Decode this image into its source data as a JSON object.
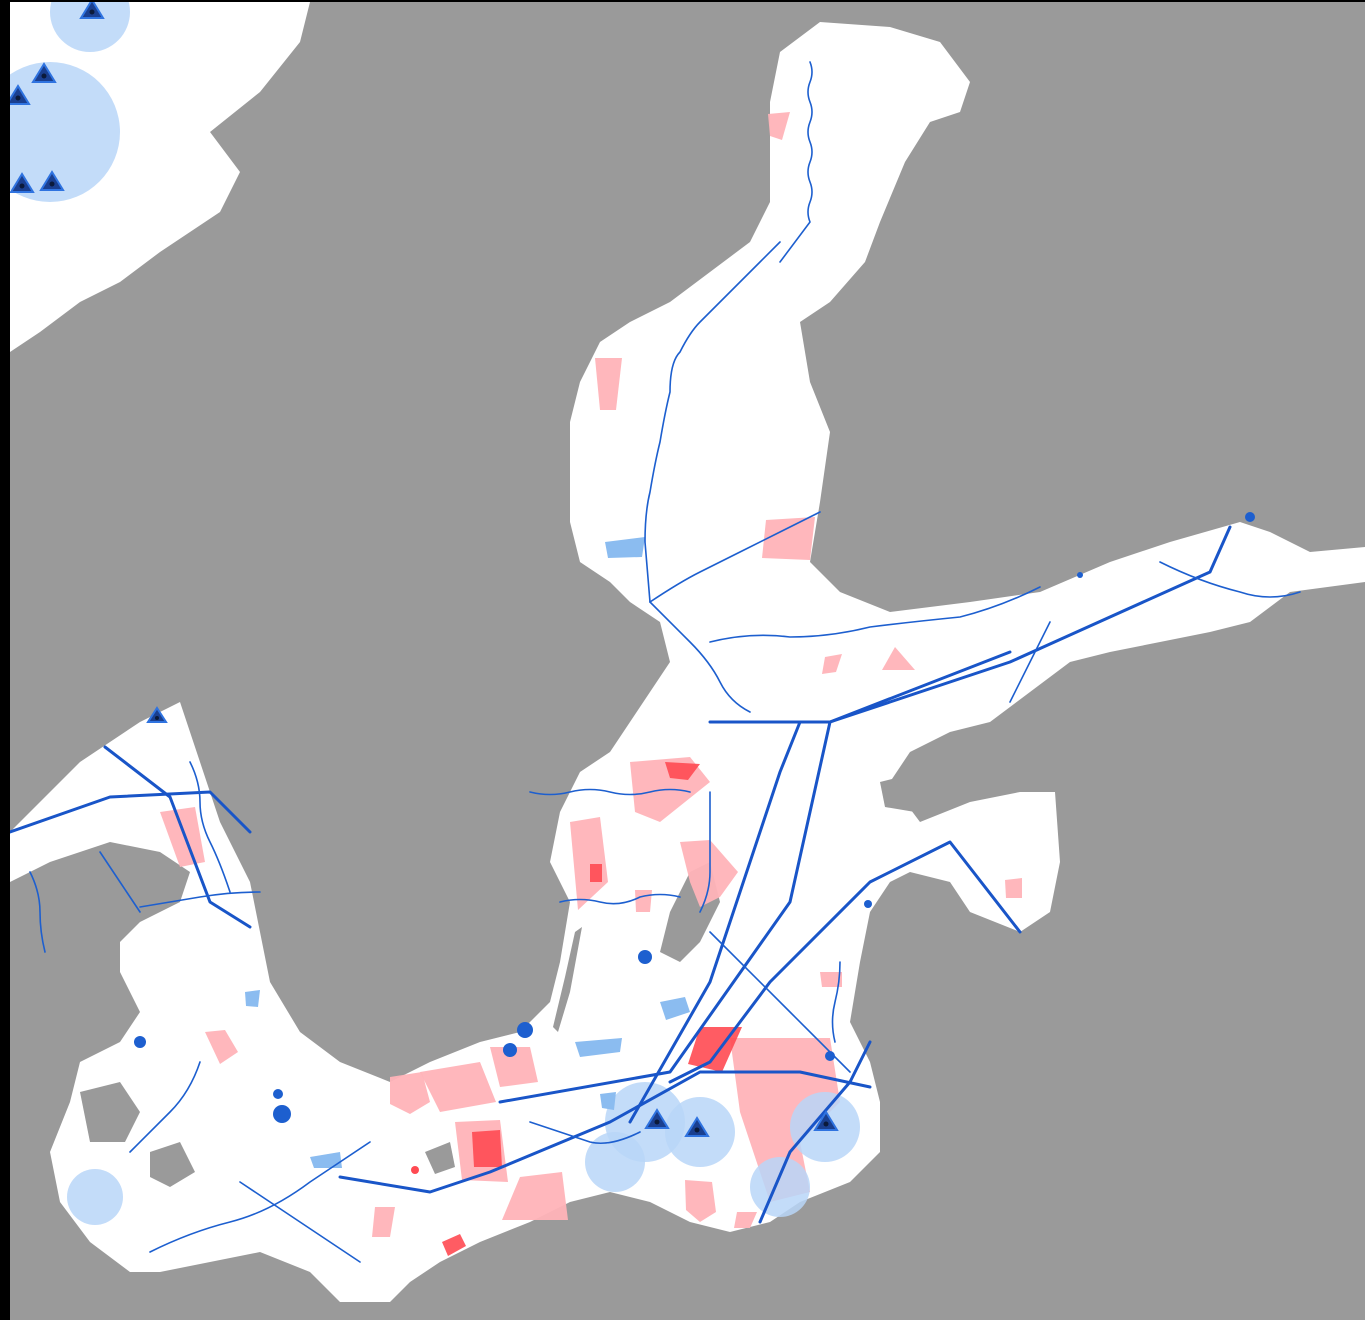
{
  "map": {
    "colors": {
      "frame": "#000000",
      "land": "#9a9a9a",
      "sea": "#ffffff",
      "zone_light": "#ffb3b8",
      "zone_strong": "#ff4a52",
      "blue_area": "#8bbcf0",
      "blue_buffer": "#b9d6f8",
      "cable": "#1d5fcf",
      "marker": "#1a3f8f"
    },
    "layers": [
      "sea",
      "protected-zones",
      "blue-areas",
      "cables",
      "pipelines",
      "platform-markers"
    ]
  }
}
